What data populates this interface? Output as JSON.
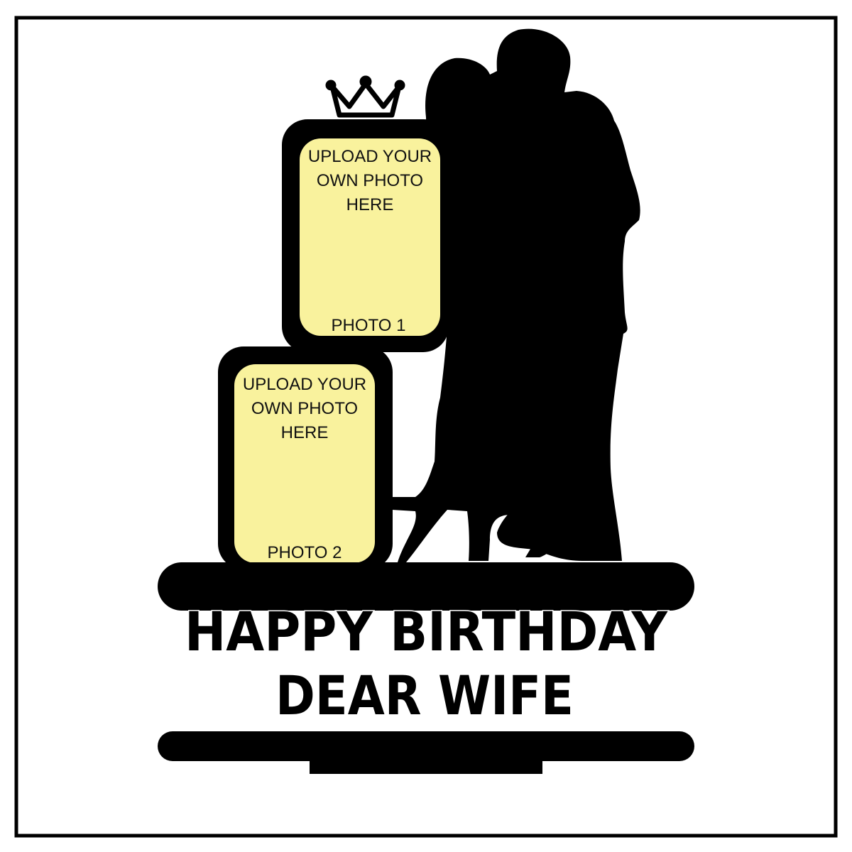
{
  "colors": {
    "ink": "#000000",
    "photo_fill": "#f9f29d",
    "background": "#ffffff"
  },
  "photo_frames": [
    {
      "lines": [
        "UPLOAD YOUR",
        "OWN PHOTO",
        "HERE"
      ],
      "label": "PHOTO 1"
    },
    {
      "lines": [
        "UPLOAD YOUR",
        "OWN PHOTO",
        "HERE"
      ],
      "label": "PHOTO 2"
    }
  ],
  "message": {
    "line1": "HAPPY BIRTHDAY",
    "line2": "DEAR WIFE"
  }
}
